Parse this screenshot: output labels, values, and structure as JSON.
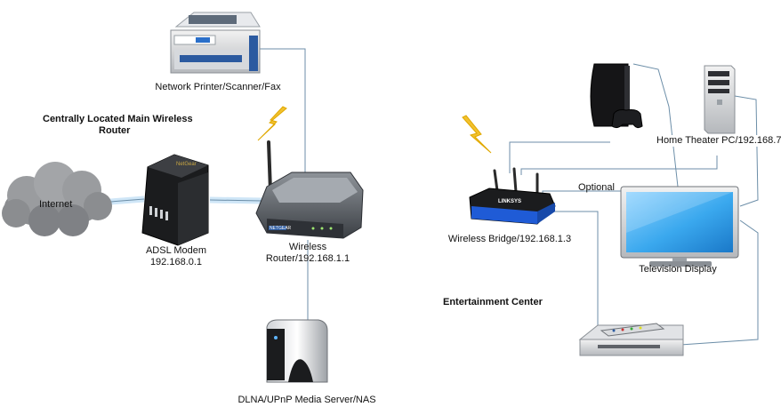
{
  "labels": {
    "printer": "Network Printer/Scanner/Fax",
    "main_router_heading_line1": "Centrally Located Main Wireless",
    "main_router_heading_line2": "Router",
    "internet": "Internet",
    "modem_line1": "ADSL Modem",
    "modem_line2": "192.168.0.1",
    "router_line1": "Wireless",
    "router_line2": "Router/192.168.1.1",
    "nas": "DLNA/UPnP Media Server/NAS",
    "bridge": "Wireless Bridge/192.168.1.3",
    "optional": "Optional",
    "htpc": "Home Theater PC/192.168.7",
    "tv": "Television Display",
    "entertainment": "Entertainment Center"
  },
  "device_marks": {
    "modem_brand": "NetGear",
    "router_brand": "NETGEAR",
    "bridge_brand": "LINKSYS"
  },
  "colors": {
    "cable": "#6c8ea8",
    "glow": "#cfe6f7",
    "lightning": "#f2c12e",
    "bridge_blue": "#1f5bd6",
    "tv_screen": "#3aa8ee"
  }
}
